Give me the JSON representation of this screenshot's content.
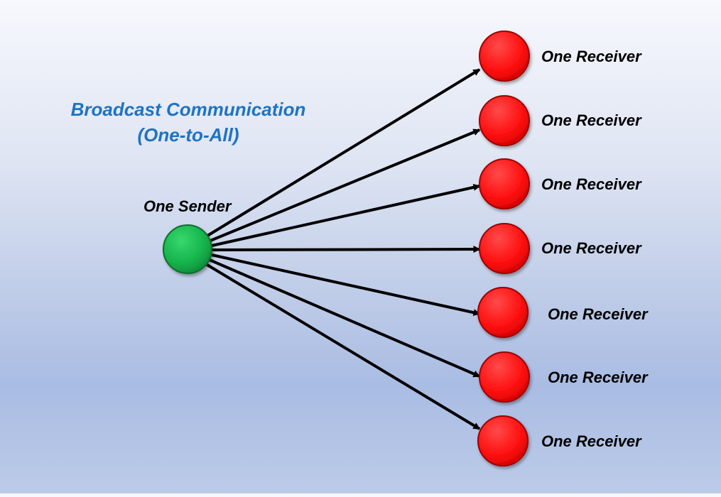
{
  "diagram": {
    "title_line1": "Broadcast Communication",
    "title_line2": "(One-to-All)",
    "sender": {
      "label": "One Sender",
      "color": "#16b54d",
      "icon": "green-sender-node"
    },
    "receivers": [
      {
        "label": "One Receiver",
        "color": "#ff1010",
        "icon": "red-receiver-node"
      },
      {
        "label": "One Receiver",
        "color": "#ff1010",
        "icon": "red-receiver-node"
      },
      {
        "label": "One Receiver",
        "color": "#ff1010",
        "icon": "red-receiver-node"
      },
      {
        "label": "One Receiver",
        "color": "#ff1010",
        "icon": "red-receiver-node"
      },
      {
        "label": "One Receiver",
        "color": "#ff1010",
        "icon": "red-receiver-node"
      },
      {
        "label": "One Receiver",
        "color": "#ff1010",
        "icon": "red-receiver-node"
      },
      {
        "label": "One Receiver",
        "color": "#ff1010",
        "icon": "red-receiver-node"
      }
    ],
    "arrow_color": "#000000"
  }
}
